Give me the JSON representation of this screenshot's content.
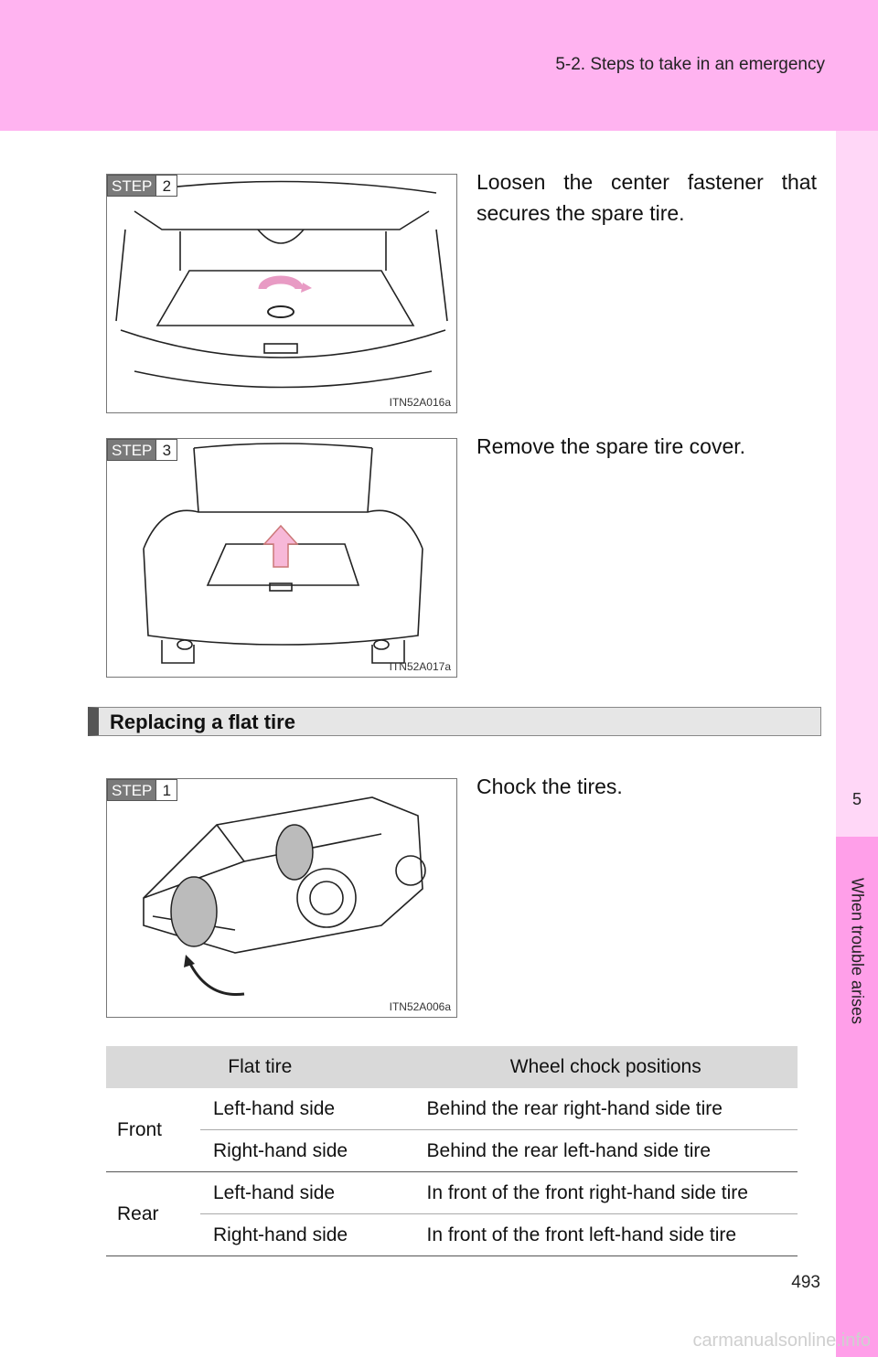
{
  "header": {
    "section": "5-2. Steps to take in an emergency"
  },
  "sidebar": {
    "chapter_number": "5",
    "chapter_title": "When trouble arises"
  },
  "steps_top": [
    {
      "step_word": "STEP",
      "step_num": "2",
      "figure_code": "ITN52A016a",
      "text": "Loosen the center fastener that secures the spare tire."
    },
    {
      "step_word": "STEP",
      "step_num": "3",
      "figure_code": "ITN52A017a",
      "text": "Remove the spare tire cover."
    }
  ],
  "section_heading": "Replacing a flat tire",
  "step_bottom": {
    "step_word": "STEP",
    "step_num": "1",
    "figure_code": "ITN52A006a",
    "text": "Chock the tires."
  },
  "table": {
    "headers": [
      "Flat tire",
      "Wheel chock positions"
    ],
    "groups": [
      {
        "label": "Front",
        "rows": [
          {
            "side": "Left-hand side",
            "position": "Behind the rear right-hand side tire"
          },
          {
            "side": "Right-hand side",
            "position": "Behind the rear left-hand side tire"
          }
        ]
      },
      {
        "label": "Rear",
        "rows": [
          {
            "side": "Left-hand side",
            "position": "In front of the front right-hand side tire"
          },
          {
            "side": "Right-hand side",
            "position": "In front of the front left-hand side tire"
          }
        ]
      }
    ]
  },
  "page_number": "493",
  "watermark": "carmanualsonline.info",
  "colors": {
    "header_band": "#ffb3f0",
    "side_strip": "#ff9fe9",
    "arrow_pink": "#f7b8d8"
  }
}
